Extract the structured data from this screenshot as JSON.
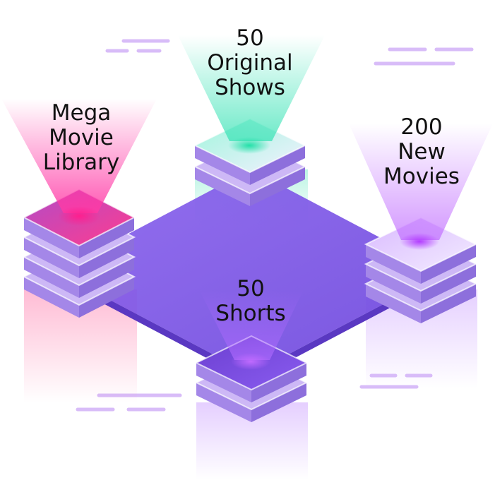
{
  "nodes": {
    "library": {
      "lines": [
        "Mega",
        "Movie",
        "Library"
      ],
      "accent": "#ff2fa0"
    },
    "shows": {
      "lines": [
        "50",
        "Original",
        "Shows"
      ],
      "accent": "#3be3b6"
    },
    "movies": {
      "lines": [
        "200",
        "New",
        "Movies"
      ],
      "accent": "#b85cff"
    },
    "shorts": {
      "lines": [
        "50",
        "Shorts"
      ],
      "accent": "#7a3cff"
    }
  },
  "colors": {
    "platform": "#7b55e6",
    "platform_edge": "#5b3cc4",
    "server_side": "#b99cf0",
    "server_top": "#efe7ff",
    "deco_lines": "#d6b9f7"
  }
}
